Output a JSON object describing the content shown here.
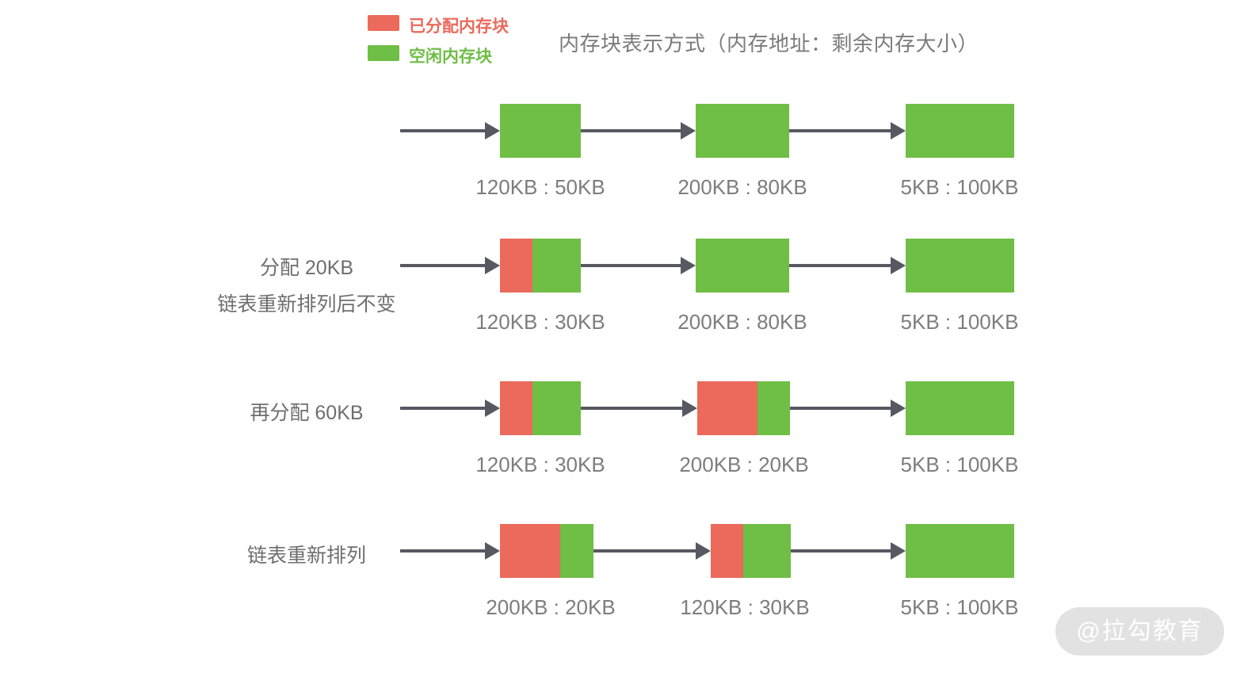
{
  "title": "内存块表示方式（内存地址：剩余内存大小）",
  "legend": {
    "allocated": {
      "label": "已分配内存块",
      "color": "#eb6a5b"
    },
    "free": {
      "label": "空闲内存块",
      "color": "#6fbe46"
    }
  },
  "colors": {
    "allocated_block": "#eb6a5b",
    "free_block": "#6fbe46",
    "arrow": "#585863",
    "title_text": "#7b7b7b",
    "row_label_text": "#6e6e6e",
    "caption_text": "#7d7d7d",
    "watermark_bg": "#e2e2e2",
    "watermark_text": "#ffffff"
  },
  "rows": [
    {
      "label_lines": [],
      "blocks": [
        {
          "caption": "120KB : 50KB",
          "allocated_fraction": 0
        },
        {
          "caption": "200KB : 80KB",
          "allocated_fraction": 0
        },
        {
          "caption": "5KB : 100KB",
          "allocated_fraction": 0
        }
      ]
    },
    {
      "label_lines": [
        "分配 20KB",
        "链表重新排列后不变"
      ],
      "blocks": [
        {
          "caption": "120KB : 30KB",
          "allocated_fraction": 0.4
        },
        {
          "caption": "200KB : 80KB",
          "allocated_fraction": 0
        },
        {
          "caption": "5KB : 100KB",
          "allocated_fraction": 0
        }
      ]
    },
    {
      "label_lines": [
        "再分配 60KB"
      ],
      "blocks": [
        {
          "caption": "120KB : 30KB",
          "allocated_fraction": 0.4
        },
        {
          "caption": "200KB : 20KB",
          "allocated_fraction": 0.65
        },
        {
          "caption": "5KB : 100KB",
          "allocated_fraction": 0
        }
      ]
    },
    {
      "label_lines": [
        "链表重新排列"
      ],
      "blocks": [
        {
          "caption": "200KB : 20KB",
          "allocated_fraction": 0.65
        },
        {
          "caption": "120KB : 30KB",
          "allocated_fraction": 0.4
        },
        {
          "caption": "5KB : 100KB",
          "allocated_fraction": 0
        }
      ]
    }
  ],
  "watermark": "@拉勾教育"
}
